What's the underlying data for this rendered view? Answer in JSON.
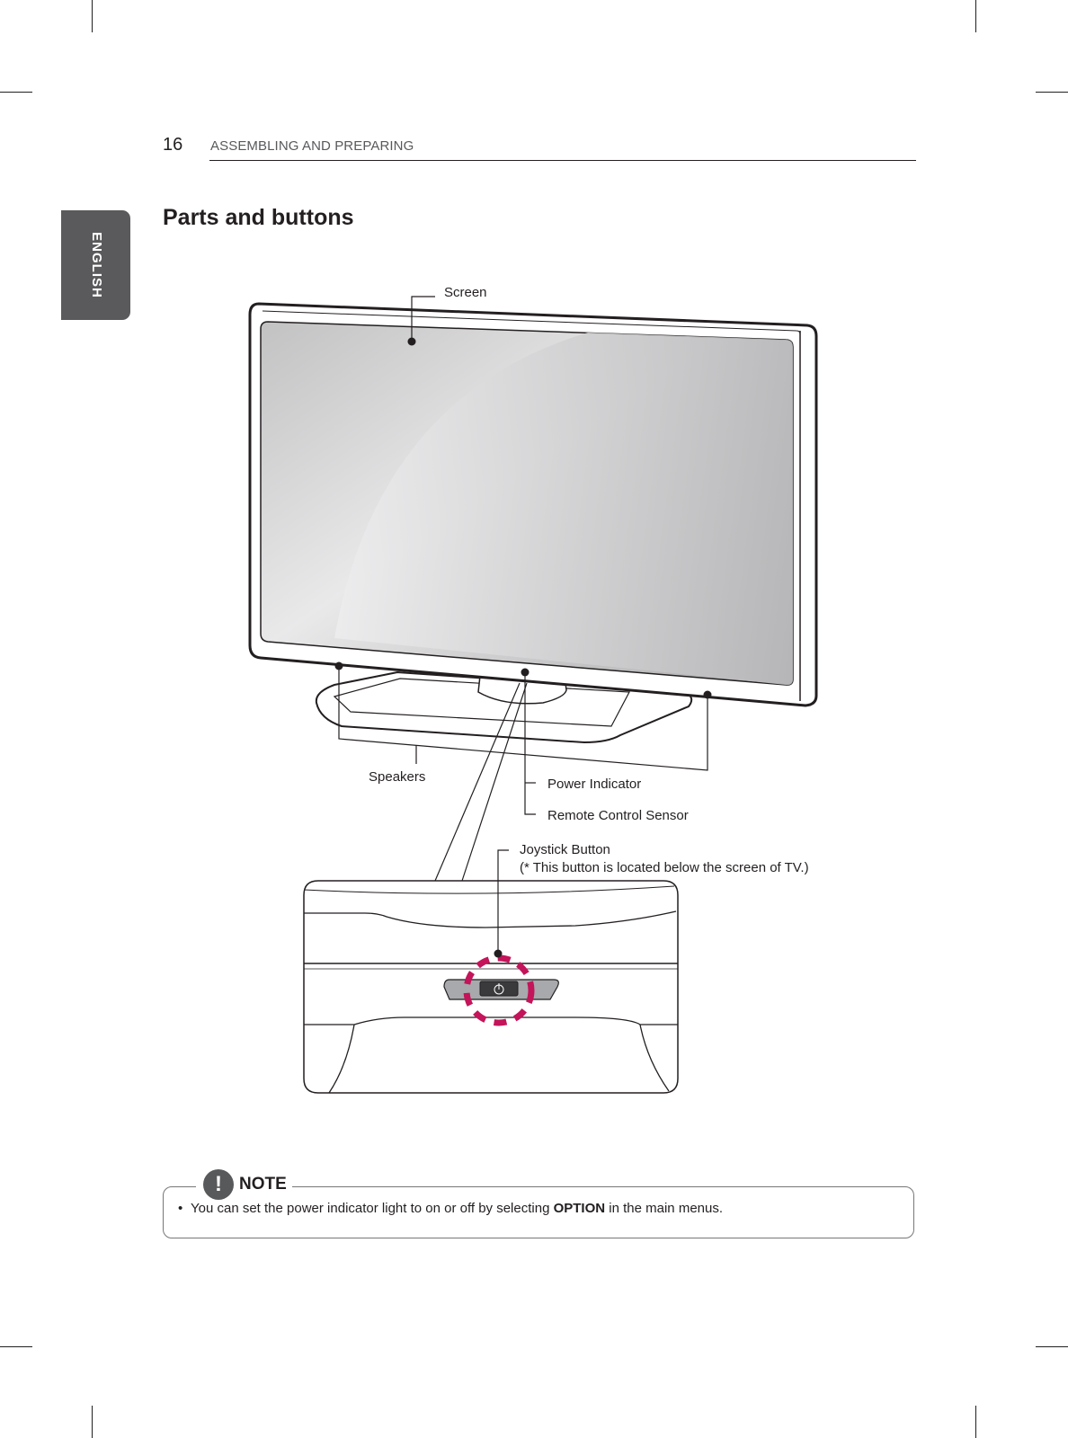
{
  "header": {
    "page_number": "16",
    "section": "ASSEMBLING AND PREPARING"
  },
  "language_tab": "ENGLISH",
  "title": "Parts and buttons",
  "diagram": {
    "labels": {
      "screen": "Screen",
      "speakers": "Speakers",
      "power_indicator": "Power Indicator",
      "remote_sensor": "Remote Control Sensor",
      "joystick": "Joystick Button",
      "joystick_note": "(* This button is located below the screen of TV.)"
    },
    "highlight_color": "#c4145a"
  },
  "note": {
    "icon": "exclamation-icon",
    "label": "NOTE",
    "items": [
      {
        "before": "You can set the power indicator light to on or off by selecting ",
        "bold": "OPTION",
        "after": " in the main menus."
      }
    ]
  }
}
